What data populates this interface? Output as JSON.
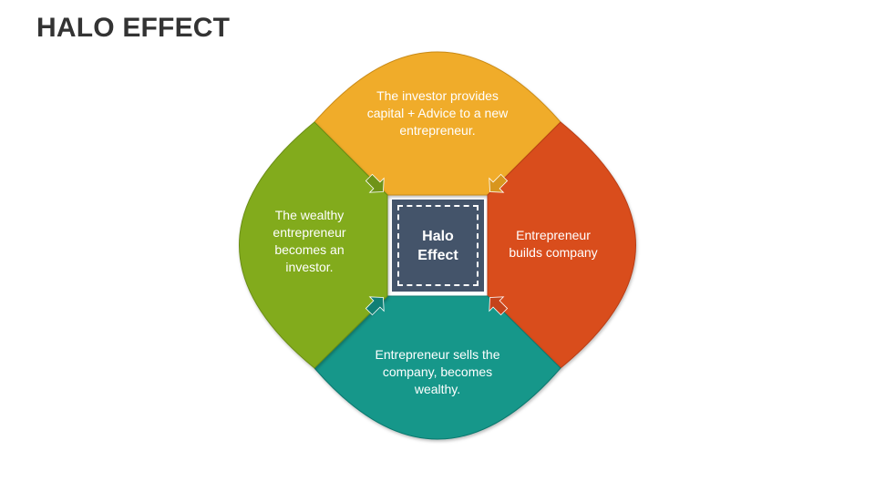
{
  "title": "HALO EFFECT",
  "center": {
    "line1": "Halo",
    "line2": "Effect",
    "color": "#44546a"
  },
  "petals": [
    {
      "id": "top",
      "color": "#f0ac2a",
      "text": "The investor provides capital + Advice to a new entrepreneur."
    },
    {
      "id": "right",
      "color": "#d94e1f",
      "text": "Entrepreneur builds company"
    },
    {
      "id": "bottom",
      "color": "#13978a",
      "text": "Entrepreneur sells the company, becomes wealthy."
    },
    {
      "id": "left",
      "color": "#82ab1e",
      "text": "The wealthy entrepreneur becomes an investor."
    }
  ],
  "arrows": [
    {
      "id": "top-right",
      "color": "#d8961e",
      "icon": "arrow-icon"
    },
    {
      "id": "bottom-right",
      "color": "#c4431b",
      "icon": "arrow-icon"
    },
    {
      "id": "bottom-left",
      "color": "#117f75",
      "icon": "arrow-icon"
    },
    {
      "id": "top-left",
      "color": "#6f9318",
      "icon": "arrow-icon"
    }
  ]
}
